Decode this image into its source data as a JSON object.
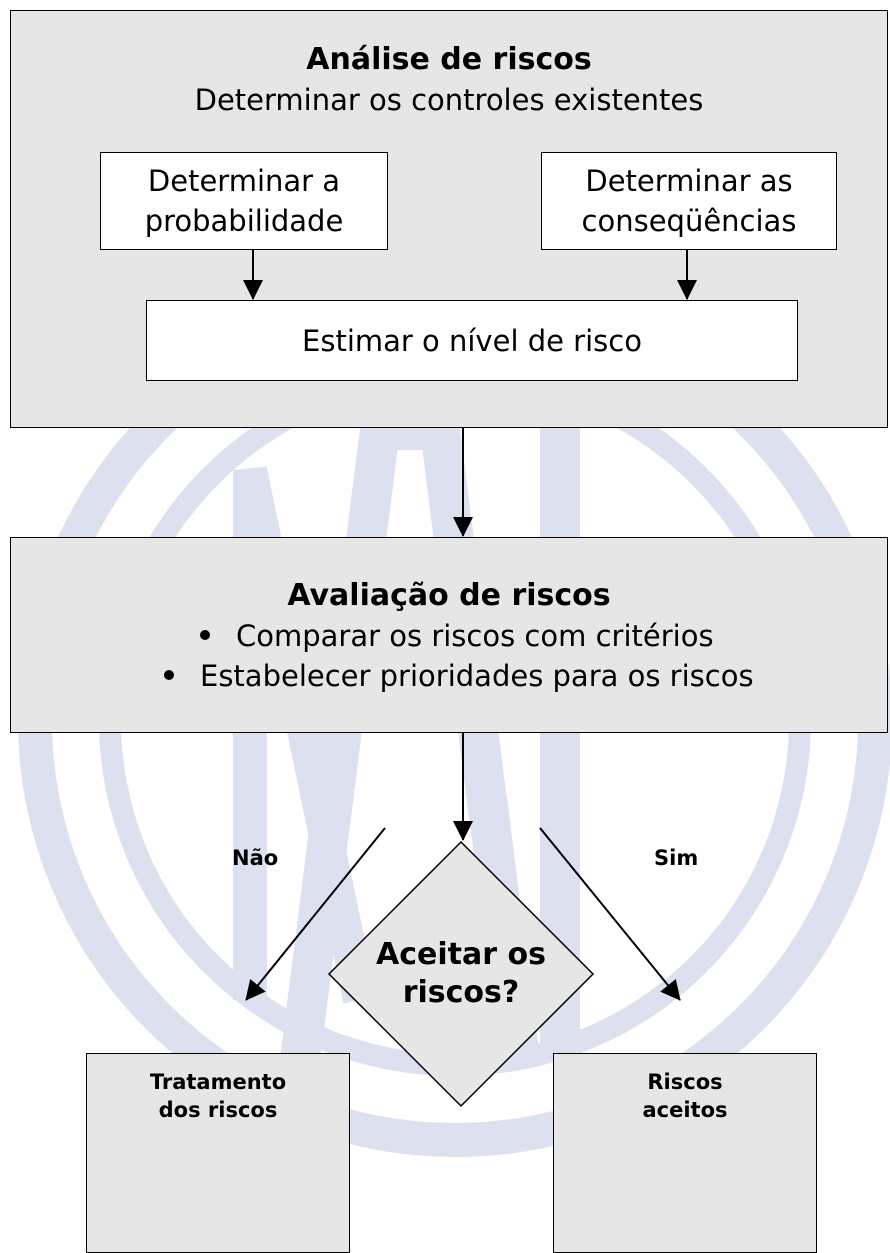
{
  "analysis": {
    "title": "Análise de riscos",
    "subtitle": "Determinar os controles existentes",
    "probability_label": "Determinar a probabilidade",
    "consequences_label": "Determinar as conseqüências",
    "estimate_label": "Estimar o nível de risco"
  },
  "evaluation": {
    "title": "Avaliação de riscos",
    "bullets": [
      "Comparar os riscos com critérios",
      "Estabelecer prioridades para os riscos"
    ]
  },
  "decision": {
    "question_line1": "Aceitar os",
    "question_line2": "riscos?",
    "no_label": "Não",
    "yes_label": "Sim"
  },
  "outcomes": {
    "treatment_line1": "Tratamento",
    "treatment_line2": "dos riscos",
    "accepted_line1": "Riscos",
    "accepted_line2": "aceitos"
  },
  "colors": {
    "box_gray": "#e6e6e6",
    "watermark": "#dde1ef",
    "line": "#000000"
  }
}
